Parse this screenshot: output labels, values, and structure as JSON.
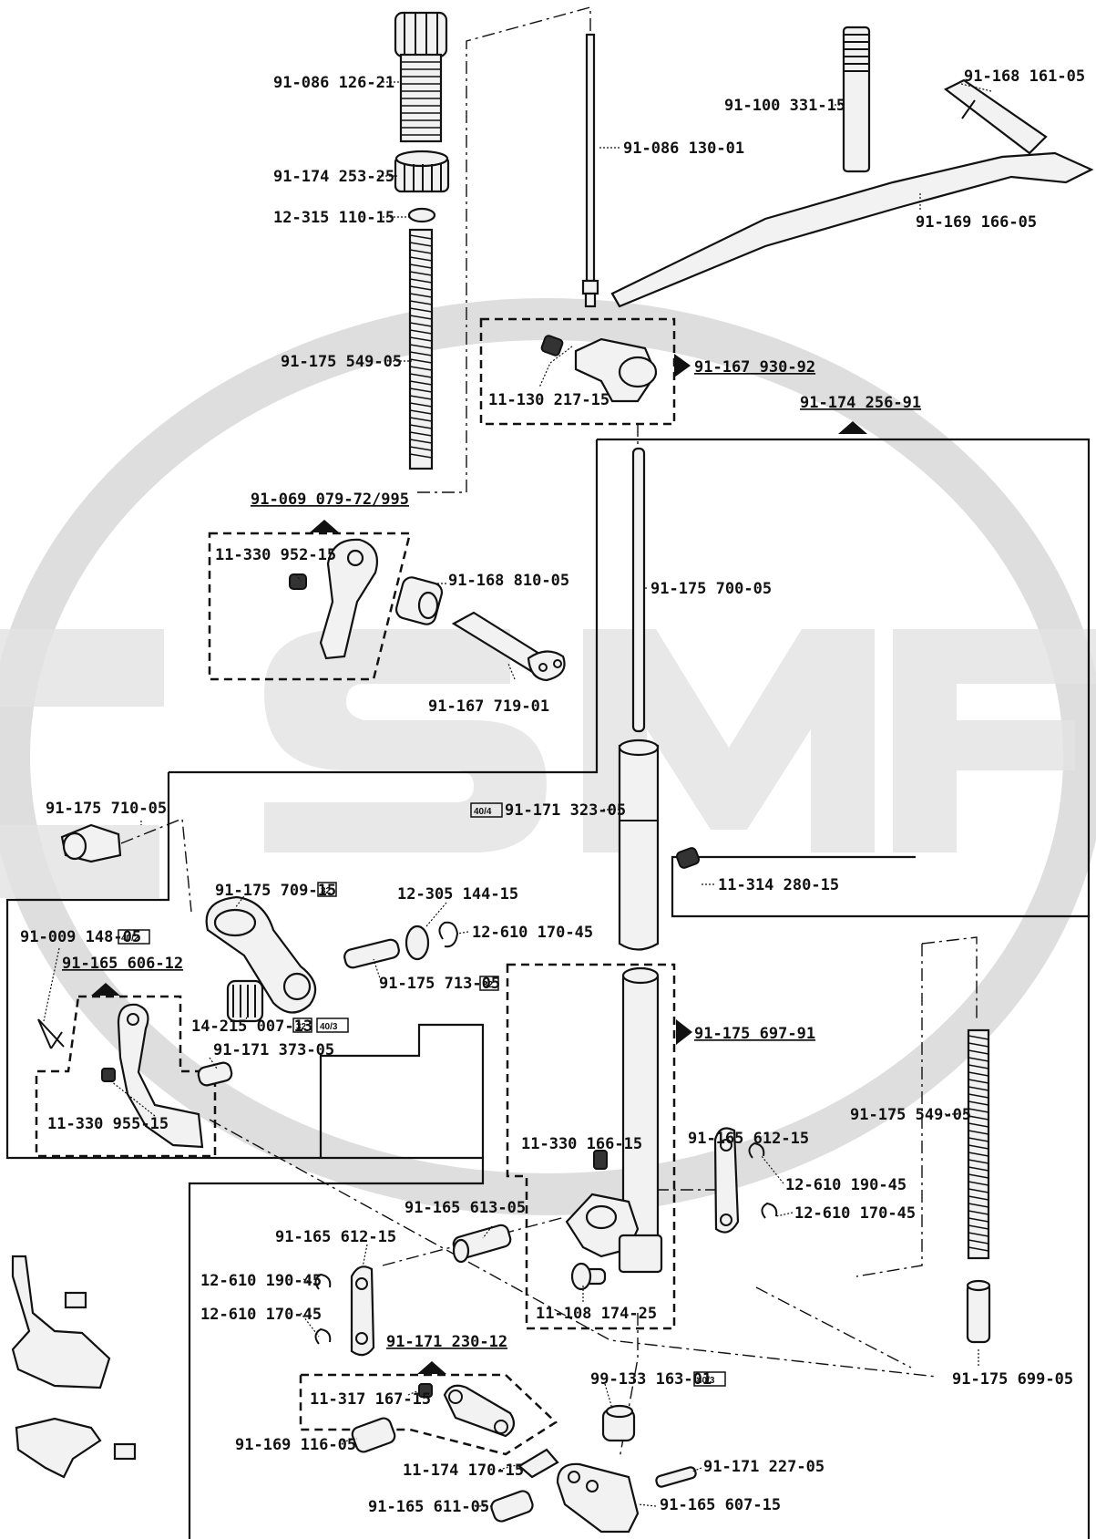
{
  "parts": {
    "p01": "91-086 126-21",
    "p02": "91-174 253-25",
    "p03": "12-315 110-15",
    "p04": "91-175 549-05",
    "p05": "91-086 130-01",
    "p06": "91-100 331-15",
    "p07": "91-168 161-05",
    "p08": "91-169 166-05",
    "p09": "91-167 930-92",
    "p10": "11-130 217-15",
    "p11": "91-174 256-91",
    "p12": "91-069 079-72/995",
    "p13": "11-330 952-15",
    "p14": "91-168 810-05",
    "p15": "91-167 719-01",
    "p16": "91-175 700-05",
    "p17": "91-175 710-05",
    "p18": "91-171 323-05",
    "p19": "11-314 280-15",
    "p20": "91-175 709-15",
    "p21": "12-305 144-15",
    "p22": "12-610 170-45",
    "p23": "91-009 148-05",
    "p24": "91-165 606-12",
    "p25": "91-175 713-05",
    "p26": "14-215 007-13",
    "p27": "91-171 373-05",
    "p28": "11-330 955-15",
    "p29": "91-175 697-91",
    "p30": "11-330 166-15",
    "p31": "91-175 549-05",
    "p32": "91-165 612-15",
    "p33": "12-610 190-45",
    "p34": "12-610 170-45",
    "p35": "91-165 613-05",
    "p36": "91-165 612-15",
    "p37": "12-610 190-45",
    "p38": "12-610 170-45",
    "p39": "11-108 174-25",
    "p40": "91-171 230-12",
    "p41": "11-317 167-15",
    "p42": "99-133 163-01",
    "p43": "91-175 699-05",
    "p44": "91-169 116-05",
    "p45": "11-174 170-15",
    "p46": "91-171 227-05",
    "p47": "91-165 611-05",
    "p48": "91-165 607-15"
  },
  "tags": {
    "t_404": "40/4",
    "t_32a": "32",
    "t_402": "40/2",
    "t_32b": "32",
    "t_32c": "32",
    "t_403a": "40/3",
    "t_403b": "40/3"
  },
  "watermark": {
    "text": "SM"
  }
}
